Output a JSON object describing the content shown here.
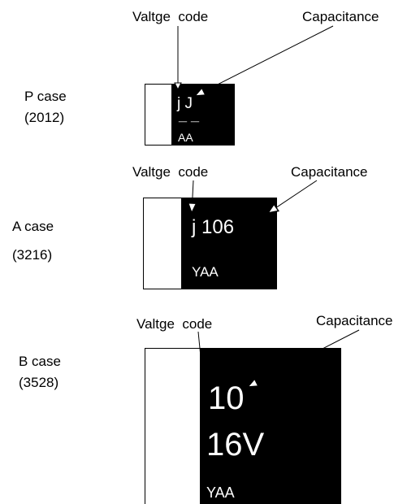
{
  "p_case": {
    "label": "P case",
    "size": "(2012)",
    "voltage_label": "Valtge  code",
    "capacitance_label": "Capacitance",
    "marking_line1": "j J",
    "marking_line2": "_ _",
    "marking_line3": "AA"
  },
  "a_case": {
    "label": "A case",
    "size": "(3216)",
    "voltage_label": "Valtge  code",
    "capacitance_label": "Capacitance",
    "marking_line1": "j 106",
    "marking_line2": "YAA"
  },
  "b_case": {
    "label": "B case",
    "size": "(3528)",
    "voltage_label": "Valtge  code",
    "capacitance_label": "Capacitance",
    "marking_line1": "10",
    "marking_line2": "16V",
    "marking_line3": "YAA"
  }
}
